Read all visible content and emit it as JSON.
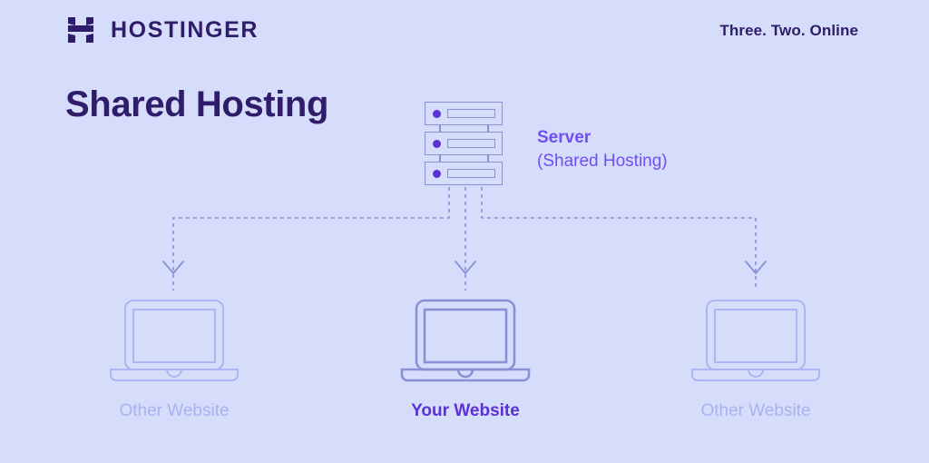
{
  "brand": {
    "logo_icon": "hostinger-h-logo-icon",
    "wordmark": "HOSTINGER",
    "tagline": "Three. Two. Online"
  },
  "page": {
    "title": "Shared Hosting"
  },
  "diagram": {
    "server": {
      "icon": "server-rack-icon",
      "units": 3,
      "caption_main": "Server",
      "caption_sub": "(Shared Hosting)"
    },
    "nodes": [
      {
        "icon": "laptop-icon",
        "label": "Other Website",
        "highlighted": false
      },
      {
        "icon": "laptop-icon",
        "label": "Your Website",
        "highlighted": true
      },
      {
        "icon": "laptop-icon",
        "label": "Other Website",
        "highlighted": false
      }
    ],
    "connector_style": "dashed-with-chevron-arrow"
  },
  "colors": {
    "background": "#d6ddfa",
    "ink_dark": "#2f1c6a",
    "accent_purple": "#5b30d6",
    "caption_purple": "#6f4ff2",
    "line_muted": "#8b8fd4",
    "label_muted": "#a9b2ee"
  }
}
